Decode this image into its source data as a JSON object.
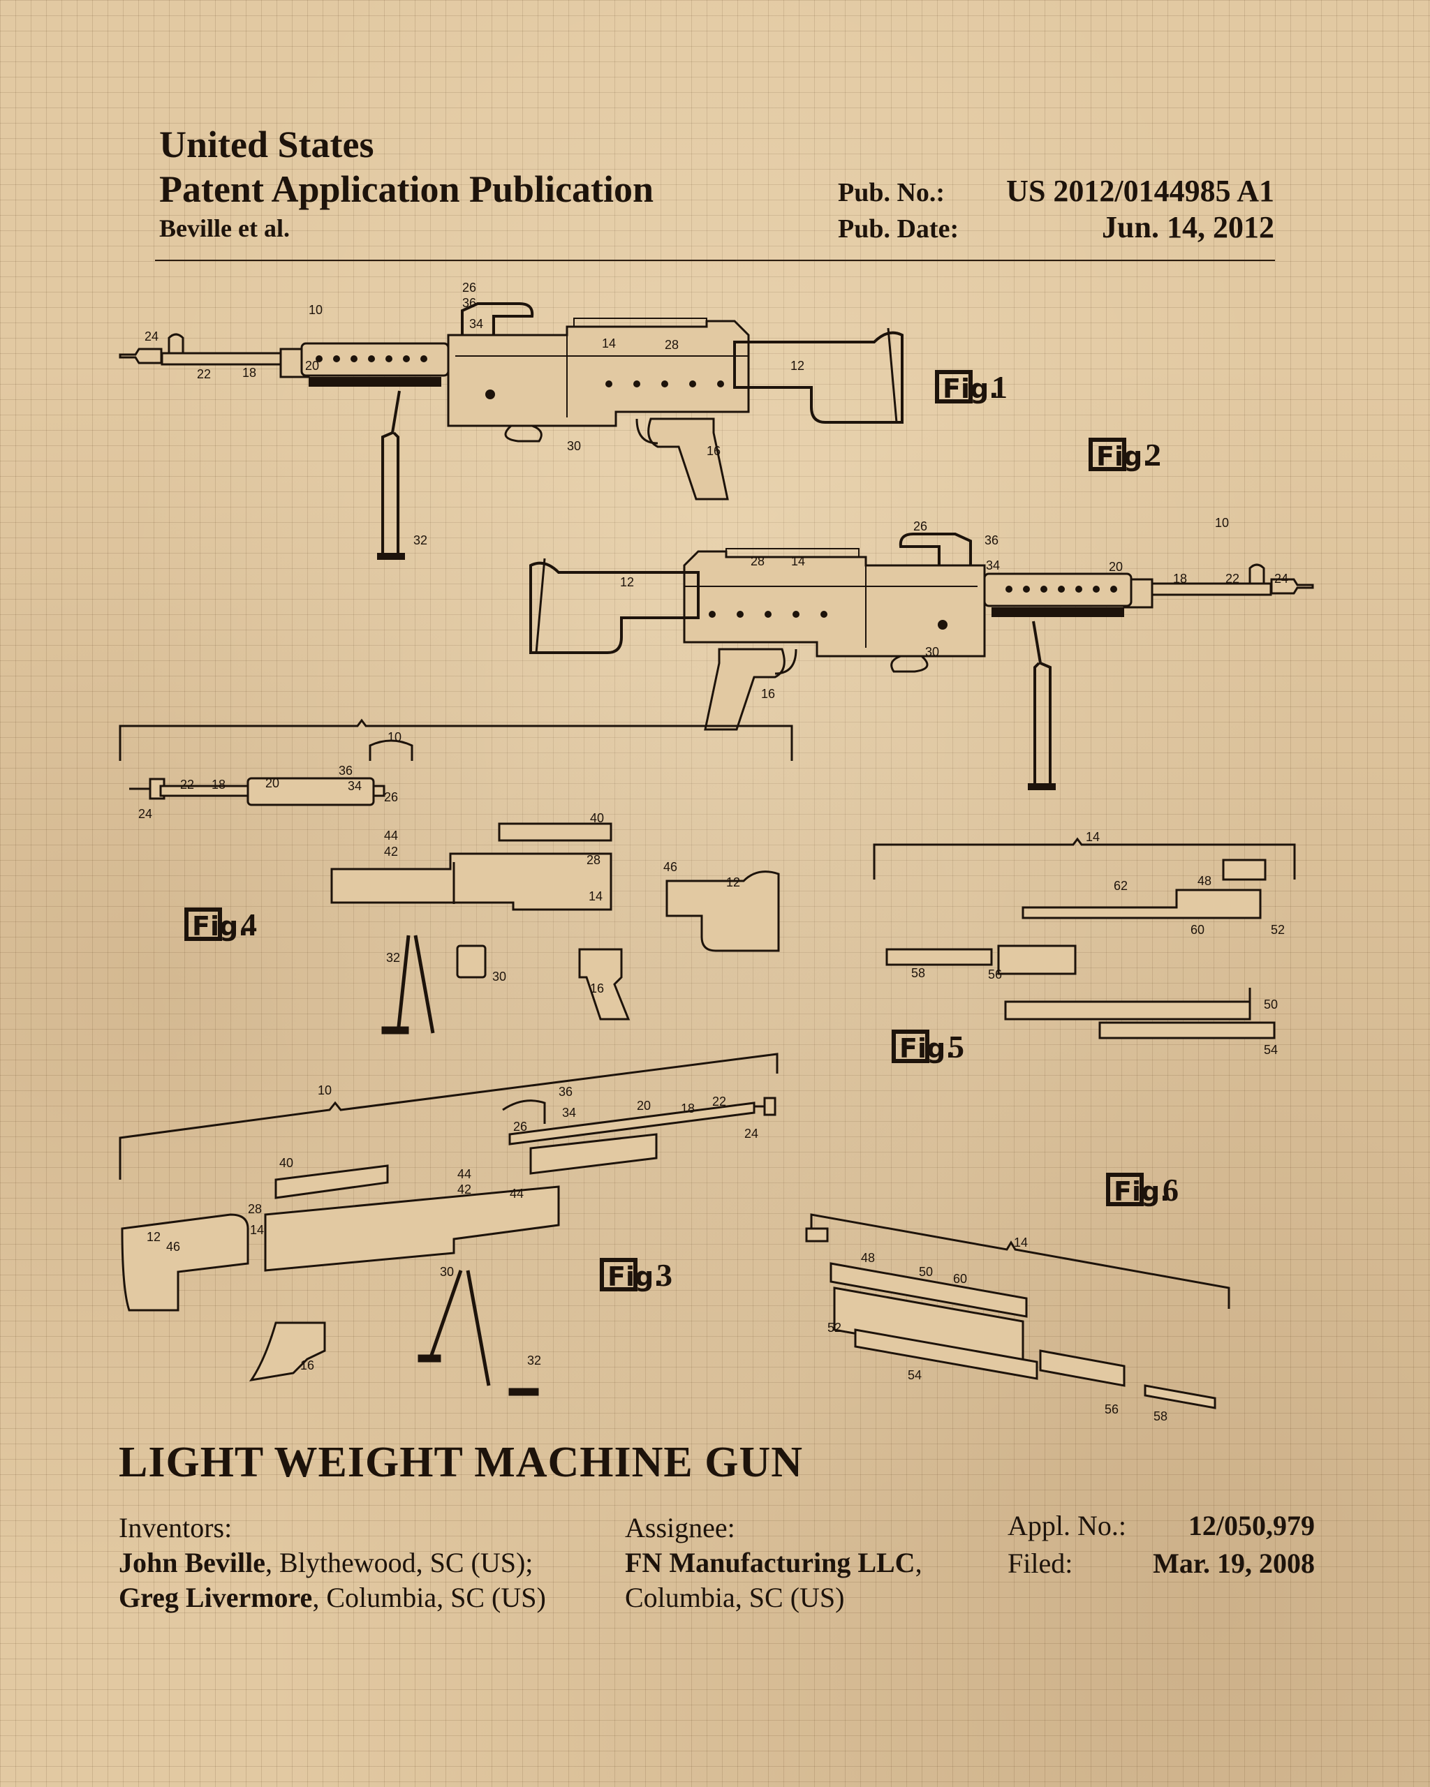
{
  "header": {
    "country": "United States",
    "kind": "Patent Application Publication",
    "authors": "Beville et al.",
    "pub_no_label": "Pub. No.:",
    "pub_no": "US 2012/0144985 A1",
    "pub_date_label": "Pub. Date:",
    "pub_date": "Jun. 14, 2012"
  },
  "figures": {
    "fig1": "1",
    "fig2": "2",
    "fig3": "3",
    "fig4": "4",
    "fig5": "5",
    "fig6": "6"
  },
  "title": "LIGHT WEIGHT MACHINE GUN",
  "inventors": {
    "label": "Inventors:",
    "name1": "John Beville",
    "loc1": ", Blythewood, SC (US); ",
    "name2": "Greg Livermore",
    "loc2": ", Columbia, SC (US)"
  },
  "assignee": {
    "label": "Assignee:",
    "name": "FN Manufacturing LLC",
    "loc": ", Columbia, SC (US)"
  },
  "application": {
    "appl_label": "Appl. No.:",
    "appl_no": "12/050,979",
    "filed_label": "Filed:",
    "filed": "Mar. 19, 2008"
  },
  "colors": {
    "paper": "#e2c9a2",
    "ink": "#1d130b"
  }
}
